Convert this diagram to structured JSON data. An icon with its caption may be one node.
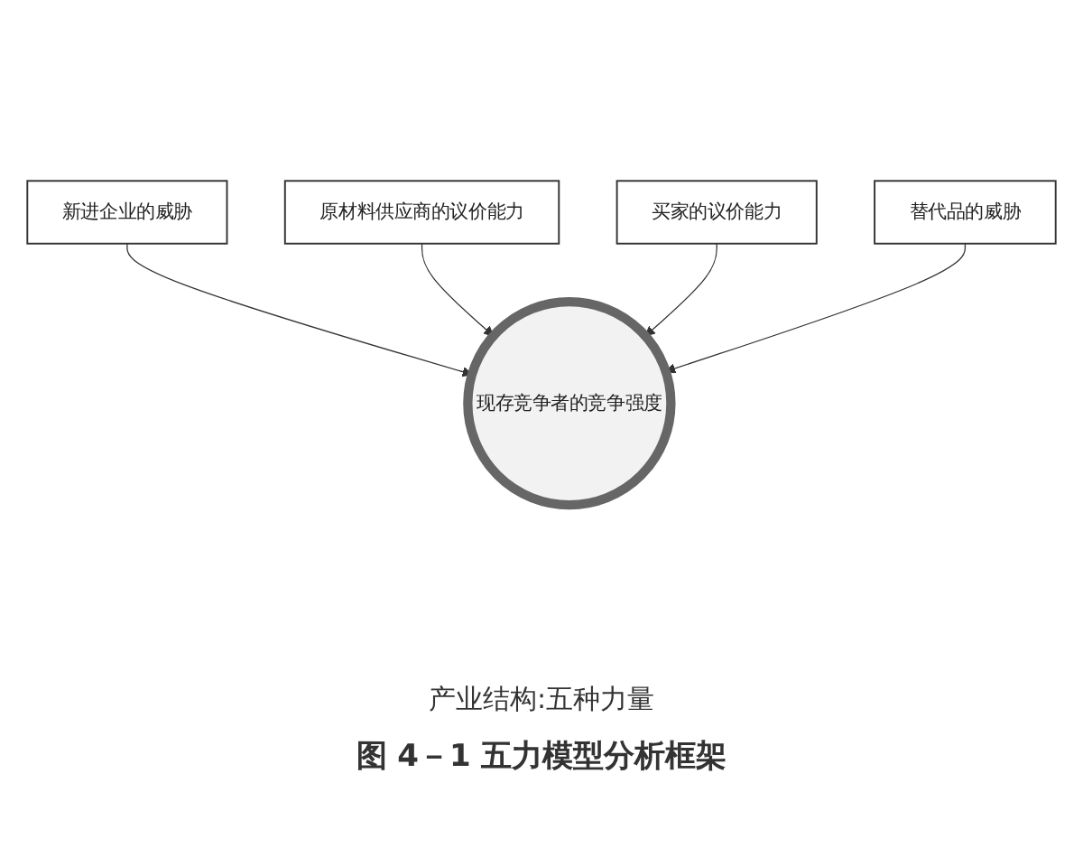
{
  "diagram": {
    "caption": "图 4－1 五力模型分析框架",
    "nodes": [
      {
        "text": [
          "新进企业的威胁"
        ]
      },
      {
        "text": [
          "原材料供应商的议价能力"
        ]
      },
      {
        "text": [
          "现存竞争者的竞争强度"
        ]
      },
      {
        "text": [
          "买家的议价能力"
        ]
      },
      {
        "text": [
          "替代品的威胁"
        ]
      }
    ],
    "edges": [
      {
        "from": 0,
        "to": 2,
        "arrow": "to"
      },
      {
        "from": 1,
        "to": 2,
        "arrow": "to"
      },
      {
        "from": 3,
        "to": 2,
        "arrow": "to"
      },
      {
        "from": 4,
        "to": 2,
        "arrow": "to"
      }
    ],
    "labels": [
      "产业结构:五种力量"
    ]
  }
}
